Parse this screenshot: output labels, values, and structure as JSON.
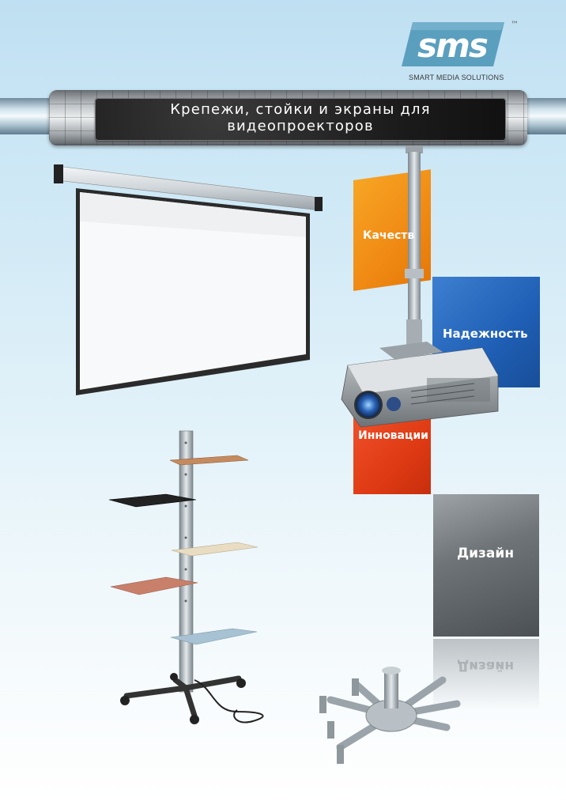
{
  "brand": {
    "logo_text": "sms",
    "trademark": "™",
    "tagline": "SMART MEDIA SOLUTIONS",
    "logo_color": "#5b9fbf"
  },
  "banner": {
    "title_line1": "Крепежи, стойки и экраны для",
    "title_line2": "видеопроекторов"
  },
  "panels": {
    "orange": "Качеств",
    "blue": "Надежность",
    "red": "Инновации",
    "grey": "Дизайн",
    "grey_reflection": "Дизайн"
  },
  "colors": {
    "orange": "#f08a14",
    "blue": "#1f5fb5",
    "red": "#de3a14",
    "grey": "#6f7478"
  },
  "products": [
    "projection-screen",
    "ceiling-mount",
    "projector",
    "equipment-trolley",
    "mount-bracket"
  ]
}
